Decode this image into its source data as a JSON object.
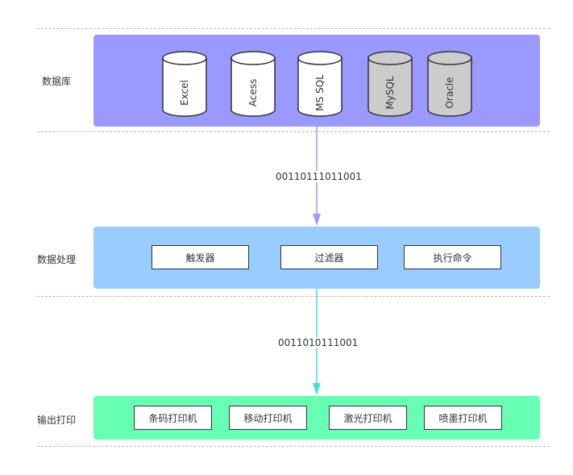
{
  "rows": {
    "database": {
      "label": "数据库"
    },
    "processing": {
      "label": "数据处理"
    },
    "output": {
      "label": "输出打印"
    }
  },
  "databases": [
    {
      "label": "Excel",
      "fill": "#ffffff"
    },
    {
      "label": "Acess",
      "fill": "#ffffff"
    },
    {
      "label": "MS SQL",
      "fill": "#ffffff"
    },
    {
      "label": "MySQL",
      "fill": "#cccccc"
    },
    {
      "label": "Oracle",
      "fill": "#cccccc"
    }
  ],
  "processing": [
    {
      "label": "触发器"
    },
    {
      "label": "过滤器"
    },
    {
      "label": "执行命令"
    }
  ],
  "printers": [
    {
      "label": "条码打印机"
    },
    {
      "label": "移动打印机"
    },
    {
      "label": "激光打印机"
    },
    {
      "label": "喷墨打印机"
    }
  ],
  "flows": {
    "db_to_proc": {
      "bits": "00110111011001",
      "color": "#9999ff"
    },
    "proc_to_out": {
      "bits": "0011010111001",
      "color": "#4dd9d9"
    }
  },
  "colors": {
    "database_panel": "#9999ff",
    "processing_panel": "#99ccff",
    "output_panel": "#66ffb3"
  }
}
